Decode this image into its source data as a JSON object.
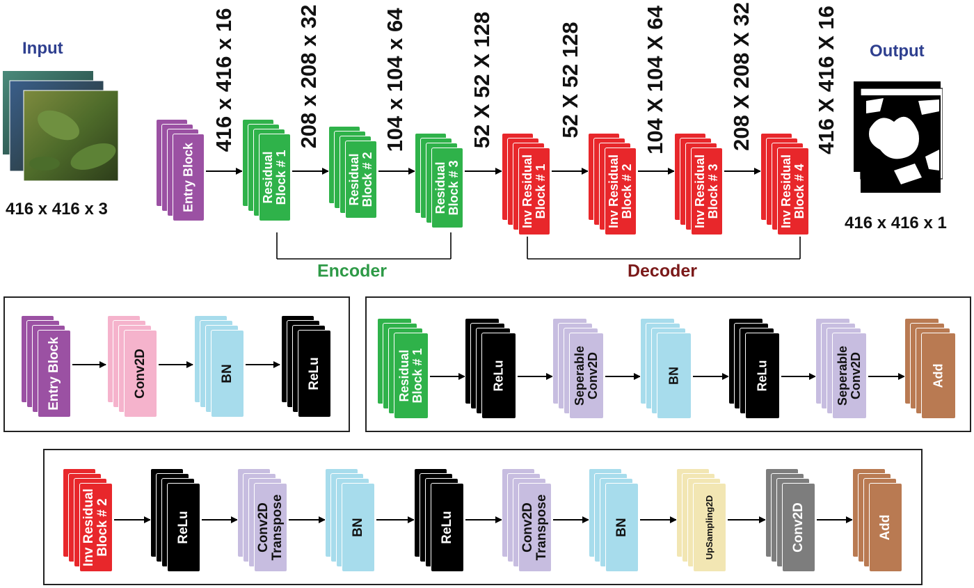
{
  "input": {
    "title": "Input",
    "dims": "416 x 416 x 3"
  },
  "output": {
    "title": "Output",
    "dims": "416 x 416 x 1"
  },
  "groups": {
    "encoder": "Encoder",
    "decoder": "Decoder"
  },
  "colors": {
    "purple": "#9b51a3",
    "green": "#2fb24a",
    "red": "#e8272b",
    "pink": "#f5b3cc",
    "cyan": "#a7dcec",
    "black": "#000000",
    "lavender": "#c7bde0",
    "brown": "#b97a52",
    "cream": "#f2e6b3",
    "gray": "#7d7d7d",
    "input_title": "#2e3f8f",
    "encoder": "#2e9a47",
    "decoder": "#7b1a1a"
  },
  "main_flow": {
    "blocks": [
      {
        "label": "Entry Block",
        "color": "purple"
      },
      {
        "label": "Residual\nBlock # 1",
        "color": "green"
      },
      {
        "label": "Residual\nBlock # 2",
        "color": "green"
      },
      {
        "label": "Residual\nBlock # 3",
        "color": "green"
      },
      {
        "label": "Inv Residual\nBlock # 1",
        "color": "red"
      },
      {
        "label": "Inv Residual\nBlock # 2",
        "color": "red"
      },
      {
        "label": "Inv Residual\nBlock # 3",
        "color": "red"
      },
      {
        "label": "Inv Residual\nBlock # 4",
        "color": "red"
      }
    ],
    "dims": [
      "416 x 416 x 16",
      "208 x 208 x 32",
      "104 x 104 x 64",
      "52 X 52 X 128",
      "52 X 52 128",
      "104 X 104 X 64",
      "208 X 208 X 32",
      "416 X 416 X 16"
    ]
  },
  "panel_entry": {
    "blocks": [
      {
        "label": "Entry Block",
        "color": "purple"
      },
      {
        "label": "Conv2D",
        "color": "pink"
      },
      {
        "label": "BN",
        "color": "cyan"
      },
      {
        "label": "ReLu",
        "color": "black"
      }
    ]
  },
  "panel_residual": {
    "blocks": [
      {
        "label": "Residual\nBlock # 1",
        "color": "green"
      },
      {
        "label": "ReLu",
        "color": "black"
      },
      {
        "label": "Seperable\nConv2D",
        "color": "lavender"
      },
      {
        "label": "BN",
        "color": "cyan"
      },
      {
        "label": "ReLu",
        "color": "black"
      },
      {
        "label": "Seperable\nConv2D",
        "color": "lavender"
      },
      {
        "label": "Add",
        "color": "brown"
      }
    ]
  },
  "panel_inv": {
    "blocks": [
      {
        "label": "Inv Residual\nBlock # 2",
        "color": "red"
      },
      {
        "label": "ReLu",
        "color": "black"
      },
      {
        "label": "Conv2D\nTranspose",
        "color": "lavender"
      },
      {
        "label": "BN",
        "color": "cyan"
      },
      {
        "label": "ReLu",
        "color": "black"
      },
      {
        "label": "Conv2D\nTranspose",
        "color": "lavender"
      },
      {
        "label": "BN",
        "color": "cyan"
      },
      {
        "label": "UpSampling2D",
        "color": "cream"
      },
      {
        "label": "Conv2D",
        "color": "gray"
      },
      {
        "label": "Add",
        "color": "brown"
      }
    ]
  }
}
